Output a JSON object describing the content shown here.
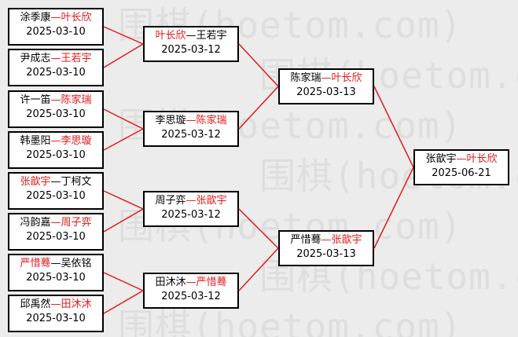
{
  "colors": {
    "background": "#ececec",
    "box_border": "#000000",
    "connector": "#e6181b",
    "winner_text": "#e6181b"
  },
  "watermark": {
    "text": "围棋(hoetom.com)"
  },
  "round1": [
    {
      "p1": "涂季康",
      "sep": "—",
      "p2": "叶长欣",
      "date": "2025-03-10",
      "winner": "p2"
    },
    {
      "p1": "尹成志",
      "sep": "—",
      "p2": "王若宇",
      "date": "2025-03-10",
      "winner": "p2"
    },
    {
      "p1": "许一笛",
      "sep": "—",
      "p2": "陈家瑞",
      "date": "2025-03-10",
      "winner": "p2"
    },
    {
      "p1": "韩墨阳",
      "sep": "—",
      "p2": "李思璇",
      "date": "2025-03-10",
      "winner": "p2"
    },
    {
      "p1": "张歆宇",
      "sep": "—",
      "p2": "丁柯文",
      "date": "2025-03-10",
      "winner": "p1"
    },
    {
      "p1": "冯韵嘉",
      "sep": "—",
      "p2": "周子弈",
      "date": "2025-03-10",
      "winner": "p2"
    },
    {
      "p1": "严惜蓦",
      "sep": "—",
      "p2": "吴依铭",
      "date": "2025-03-10",
      "winner": "p1"
    },
    {
      "p1": "邱禹然",
      "sep": "—",
      "p2": "田沐沐",
      "date": "2025-03-10",
      "winner": "p2"
    }
  ],
  "round2": [
    {
      "p1": "叶长欣",
      "sep": "—",
      "p2": "王若宇",
      "date": "2025-03-12",
      "winner": "p1"
    },
    {
      "p1": "李思璇",
      "sep": "—",
      "p2": "陈家瑞",
      "date": "2025-03-12",
      "winner": "p2"
    },
    {
      "p1": "周子弈",
      "sep": "—",
      "p2": "张歆宇",
      "date": "2025-03-12",
      "winner": "p2"
    },
    {
      "p1": "田沐沐",
      "sep": "—",
      "p2": "严惜蓦",
      "date": "2025-03-12",
      "winner": "p2"
    }
  ],
  "round3": [
    {
      "p1": "陈家瑞",
      "sep": "—",
      "p2": "叶长欣",
      "date": "2025-03-13",
      "winner": "p2"
    },
    {
      "p1": "严惜蓦",
      "sep": "—",
      "p2": "张歆宇",
      "date": "2025-03-13",
      "winner": "p2"
    }
  ],
  "final": [
    {
      "p1": "张歆宇",
      "sep": "—",
      "p2": "叶长欣",
      "date": "2025-06-21",
      "winner": "p2"
    }
  ]
}
